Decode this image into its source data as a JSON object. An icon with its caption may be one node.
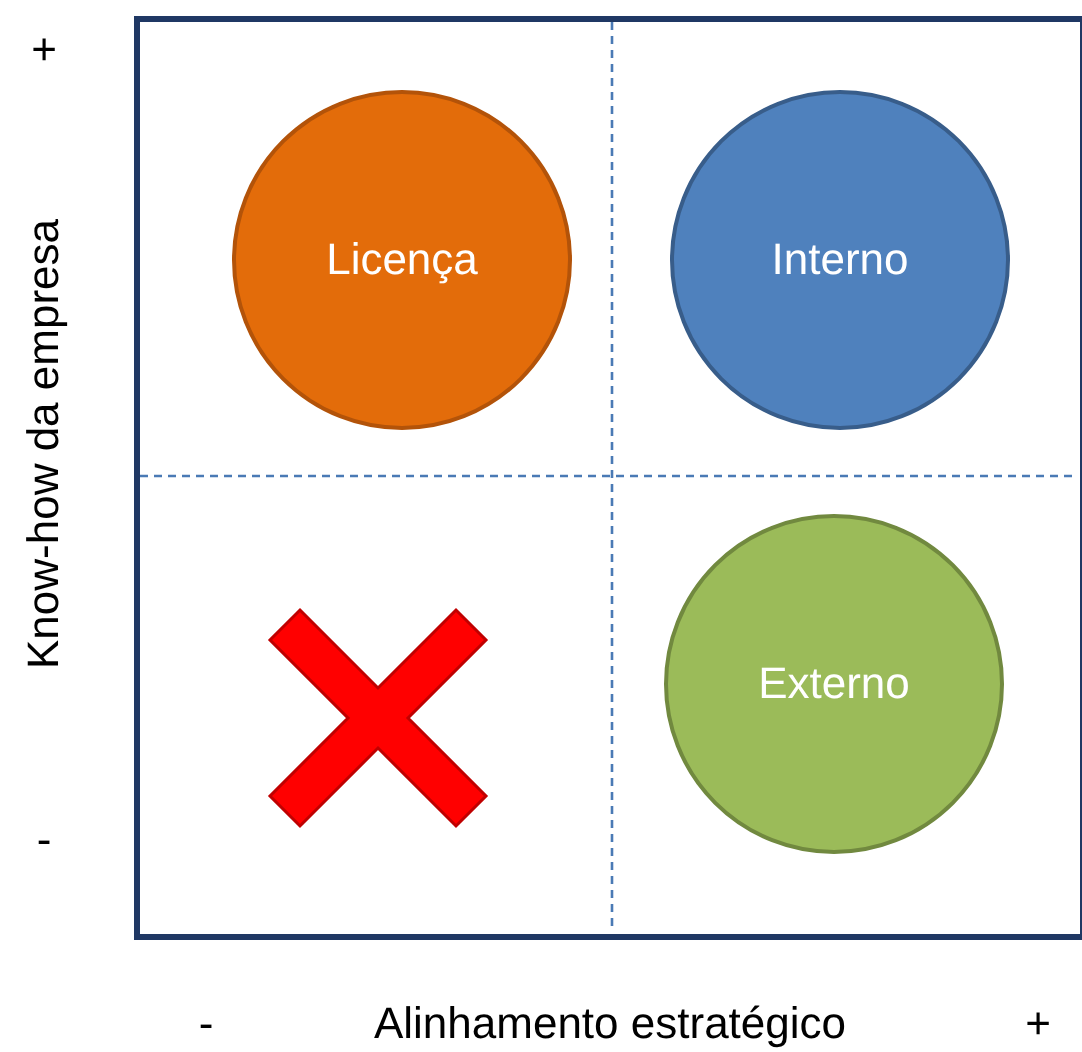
{
  "diagram": {
    "nodes": [
      {
        "text": [
          "Licença"
        ]
      },
      {
        "text": [
          "Interno"
        ]
      },
      {
        "text": [
          "Externo"
        ]
      }
    ],
    "labels": [
      "+",
      "Know-how da empresa",
      "-",
      "-",
      "Alinhamento estratégico",
      "+"
    ]
  }
}
